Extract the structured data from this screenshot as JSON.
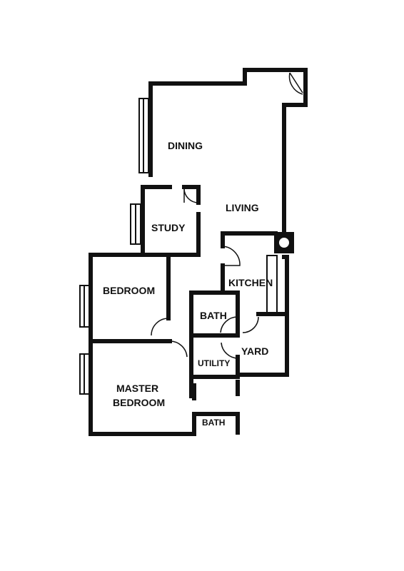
{
  "rooms": {
    "dining": "DINING",
    "living": "LIVING",
    "study": "STUDY",
    "bedroom": "BEDROOM",
    "kitchen": "KITCHEN",
    "bath": "BATH",
    "yard": "YARD",
    "utility": "UTILITY",
    "master_line1": "MASTER",
    "master_line2": "BEDROOM",
    "bath2": "BATH"
  },
  "colors": {
    "ink": "#111111",
    "paper": "#ffffff"
  }
}
